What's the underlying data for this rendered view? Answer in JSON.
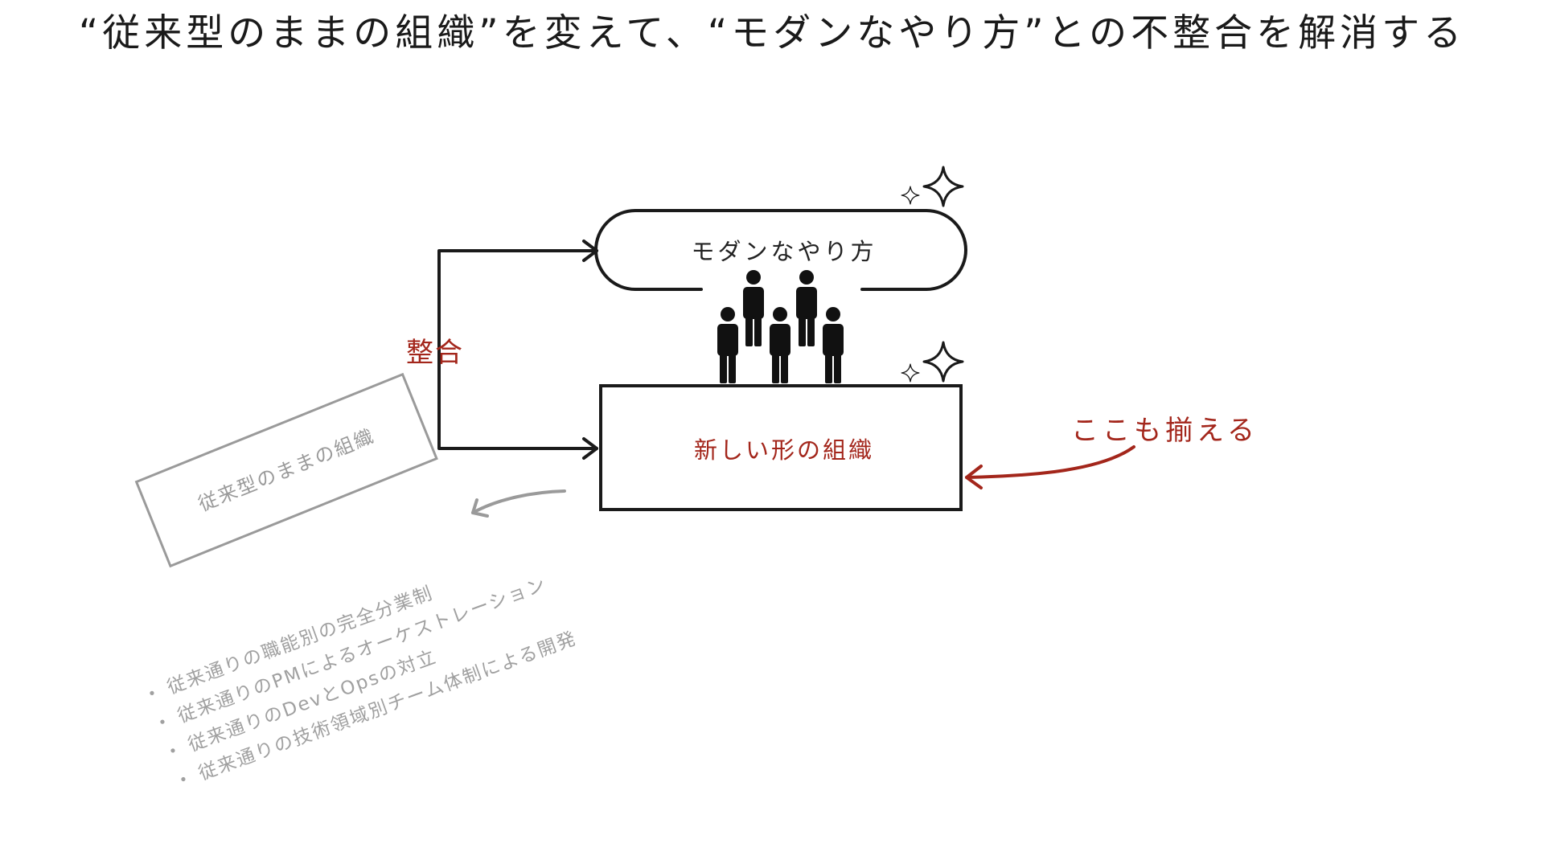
{
  "title": "“従来型のままの組織”を変えて、“モダンなやり方”との不整合を解消する",
  "diagram": {
    "modern_way": "モダンなやり方",
    "new_org": "新しい形の組織",
    "alignment": "整合",
    "also_align": "ここも揃える",
    "old_org": "従来型のままの組織",
    "old_items": [
      "従来通りの職能別の完全分業制",
      "従来通りのPMによるオーケストレーション",
      "従来通りのDevとOpsの対立",
      "従来通りの技術領域別チーム体制による開発"
    ],
    "people_count": 5,
    "icons": [
      "sparkle-icon",
      "person-icon",
      "arrow-icon"
    ]
  },
  "colors": {
    "ink": "#1a1a1a",
    "accent_red": "#a3261b",
    "faded_gray": "#9a9a9a"
  }
}
